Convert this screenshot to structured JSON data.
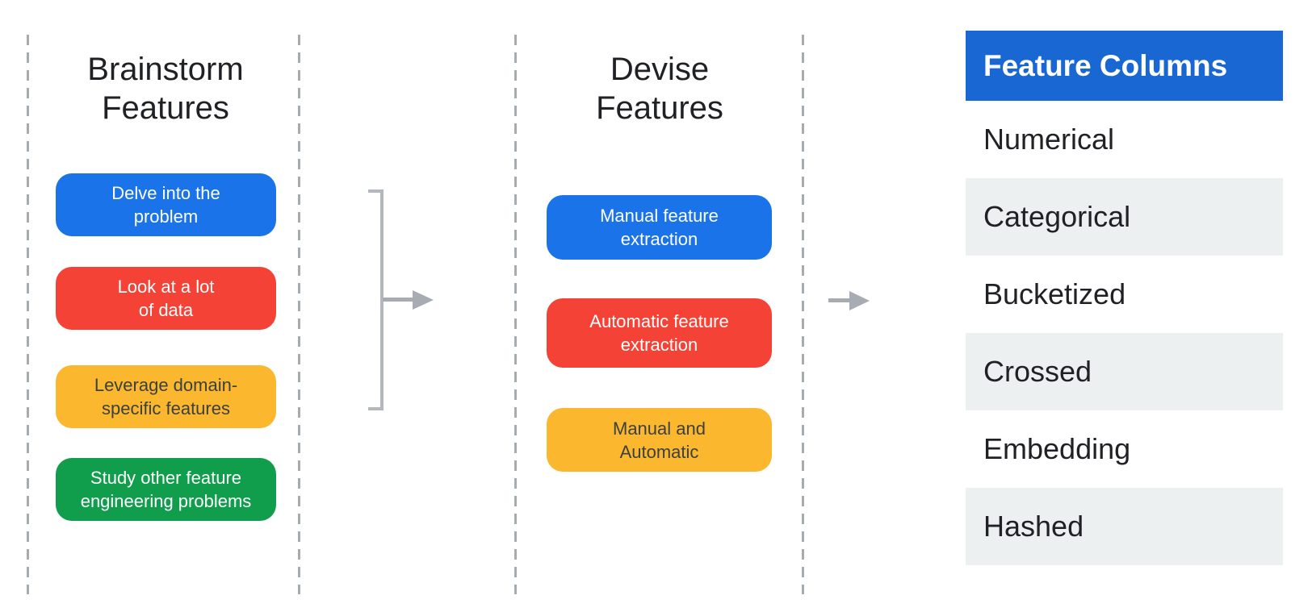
{
  "palette": {
    "box_blue": "#1a73e8",
    "box_red": "#f44336",
    "box_orange": "#fbb72e",
    "box_green": "#109d4c",
    "header_blue": "#1967d2",
    "row_shade_gray": "#edf0f1",
    "connector_gray": "#a6acb1",
    "text_dark": "#202124"
  },
  "brainstorm": {
    "title": "Brainstorm\nFeatures",
    "boxes": [
      {
        "label": "Delve into the\nproblem",
        "color": "#1a73e8"
      },
      {
        "label": "Look at a lot\nof data",
        "color": "#f44336"
      },
      {
        "label": "Leverage domain-\nspecific features",
        "color": "#fbb72e"
      },
      {
        "label": "Study other feature\nengineering problems",
        "color": "#109d4c"
      }
    ]
  },
  "devise": {
    "title": "Devise\nFeatures",
    "boxes": [
      {
        "label": "Manual feature\nextraction",
        "color": "#1a73e8"
      },
      {
        "label": "Automatic feature\nextraction",
        "color": "#f44336"
      },
      {
        "label": "Manual and\nAutomatic",
        "color": "#fbb72e"
      }
    ]
  },
  "feature_columns": {
    "header": "Feature Columns",
    "items": [
      "Numerical",
      "Categorical",
      "Bucketized",
      "Crossed",
      "Embedding",
      "Hashed"
    ]
  }
}
